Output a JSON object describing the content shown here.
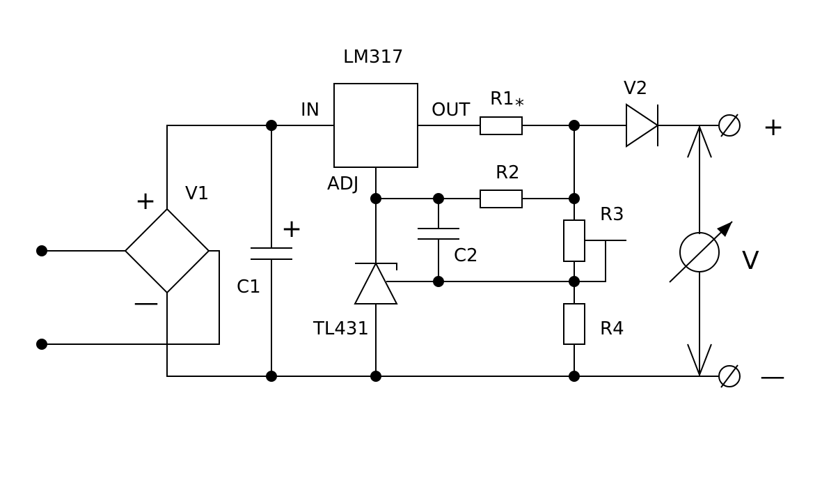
{
  "labels": {
    "lm317": "LM317",
    "in": "IN",
    "out": "OUT",
    "adj": "ADJ",
    "r1": "R1",
    "r1_mark": "*",
    "v2": "V2",
    "r2": "R2",
    "r3": "R3",
    "r4": "R4",
    "c1": "C1",
    "c2": "C2",
    "v1": "V1",
    "tl431": "TL431",
    "meter": "V",
    "plus_out": "+",
    "minus_out": "—",
    "v1_plus": "+",
    "v1_minus": "—",
    "c1_plus": "+"
  },
  "colors": {
    "ink": "#000000",
    "background": "#ffffff"
  }
}
